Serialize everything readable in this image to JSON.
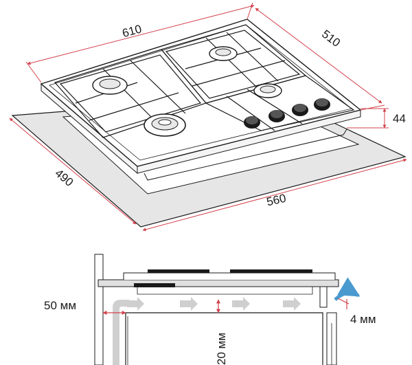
{
  "top_view": {
    "hob_width": "610",
    "hob_depth": "510",
    "cutout_depth": "490",
    "cutout_width": "560",
    "hob_height": "44"
  },
  "section_view": {
    "side_gap": "50 мм",
    "rear_gap": "4 мм",
    "vertical_gap": "20 мм"
  },
  "colors": {
    "dimension_line": "#d2404a",
    "outline": "#1a1a1a",
    "cutout_fill": "#e6e6e6",
    "airflow_arrow": "#cfcfcf",
    "exhaust_arrow": "#4a9ad0"
  },
  "icons": {
    "burners": [
      "burner-icon",
      "burner-icon",
      "burner-icon",
      "burner-icon"
    ],
    "knobs": [
      "knob-icon",
      "knob-icon",
      "knob-icon",
      "knob-icon"
    ]
  }
}
